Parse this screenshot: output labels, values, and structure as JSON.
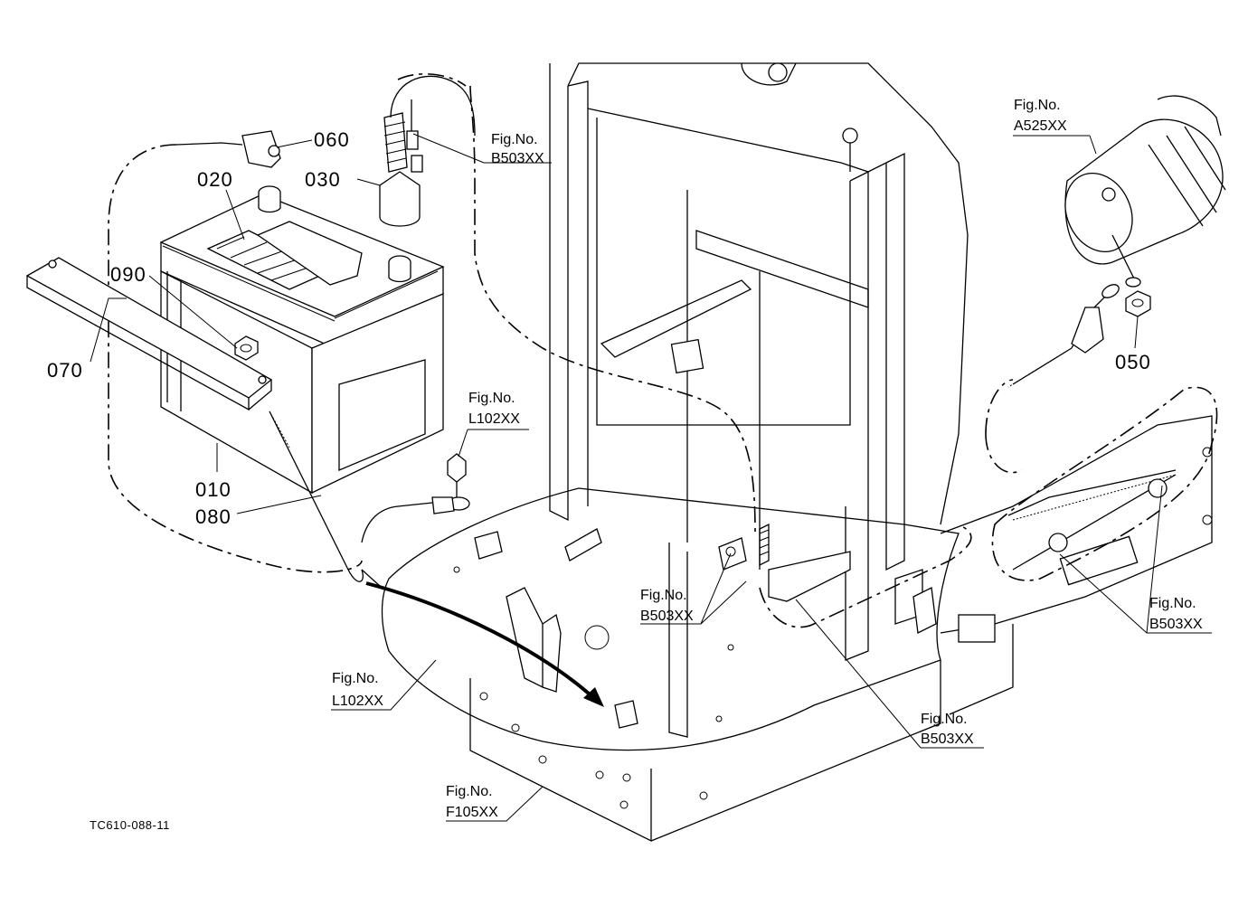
{
  "part_numbers": {
    "p010": "010",
    "p020": "020",
    "p030": "030",
    "p050": "050",
    "p060": "060",
    "p070": "070",
    "p080": "080",
    "p090": "090"
  },
  "figure_refs": {
    "ref_b503_top": {
      "fig": "Fig.No.",
      "code": "B503XX"
    },
    "ref_a525": {
      "fig": "Fig.No.",
      "code": "A525XX"
    },
    "ref_l102_mid": {
      "fig": "Fig.No.",
      "code": "L102XX"
    },
    "ref_b503_mid": {
      "fig": "Fig.No.",
      "code": "B503XX"
    },
    "ref_b503_right": {
      "fig": "Fig.No.",
      "code": "B503XX"
    },
    "ref_l102_low": {
      "fig": "Fig.No.",
      "code": "L102XX"
    },
    "ref_b503_low": {
      "fig": "Fig.No.",
      "code": "B503XX"
    },
    "ref_f105": {
      "fig": "Fig.No.",
      "code": "F105XX"
    }
  },
  "footer": {
    "drawing_id": "TC610-088-11"
  }
}
